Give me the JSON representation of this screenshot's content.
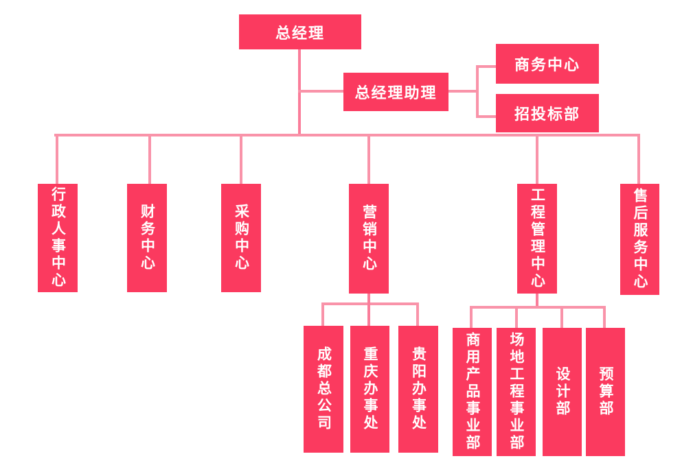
{
  "diagram": {
    "type": "org-chart",
    "background": "#ffffff"
  },
  "colors": {
    "node_fill": "#FB3A5F",
    "node_text": "#FFFFFF",
    "connector": "#F993A9",
    "connector_strong": "#FA7D9A"
  },
  "nodes": {
    "general_manager": {
      "label": "总经理"
    },
    "gm_assistant": {
      "label": "总经理助理"
    },
    "business_center": {
      "label": "商务中心"
    },
    "bidding_department": {
      "label": "招投标部"
    },
    "admin_hr_center": {
      "label": "行政人事中心"
    },
    "finance_center": {
      "label": "财务中心"
    },
    "procurement_center": {
      "label": "采购中心"
    },
    "marketing_center": {
      "label": "营销中心"
    },
    "engineering_mgmt_center": {
      "label": "工程管理中心"
    },
    "after_sales_service_center": {
      "label": "售后服务中心"
    },
    "chengdu_head_office": {
      "label": "成都总公司"
    },
    "chongqing_office": {
      "label": "重庆办事处"
    },
    "guiyang_office": {
      "label": "贵阳办事处"
    },
    "commercial_product_division": {
      "label": "商用产品事业部"
    },
    "site_engineering_division": {
      "label": "场地工程事业部"
    },
    "design_department": {
      "label": "设计部"
    },
    "budget_department": {
      "label": "预算部"
    }
  },
  "hierarchy": {
    "label": "总经理",
    "children": [
      {
        "label": "总经理助理",
        "children": [
          {
            "label": "商务中心"
          },
          {
            "label": "招投标部"
          }
        ]
      },
      {
        "label": "行政人事中心"
      },
      {
        "label": "财务中心"
      },
      {
        "label": "采购中心"
      },
      {
        "label": "营销中心",
        "children": [
          {
            "label": "成都总公司"
          },
          {
            "label": "重庆办事处"
          },
          {
            "label": "贵阳办事处"
          }
        ]
      },
      {
        "label": "工程管理中心",
        "children": [
          {
            "label": "商用产品事业部"
          },
          {
            "label": "场地工程事业部"
          },
          {
            "label": "设计部"
          },
          {
            "label": "预算部"
          }
        ]
      },
      {
        "label": "售后服务中心"
      }
    ]
  }
}
